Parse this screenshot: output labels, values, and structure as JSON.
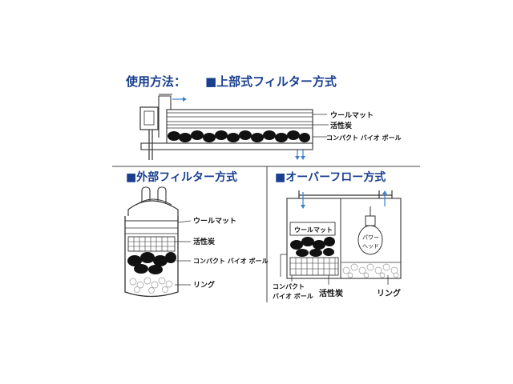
{
  "heading": {
    "prefix": "使用方法：",
    "title": "■上部式フィルター方式"
  },
  "sections": {
    "top": {
      "labels": [
        "ウールマット",
        "活性炭",
        "コンパクト バイオ ボール"
      ]
    },
    "external": {
      "title": "■外部フィルター方式",
      "labels": [
        "ウールマット",
        "活性炭",
        "コンパクト バイオ ボール",
        "リング"
      ]
    },
    "overflow": {
      "title": "■オーバーフロー方式",
      "wool_label": "ウールマット",
      "pump_label_1": "パワー",
      "pump_label_2": "ヘッド",
      "bio_label_1": "コンパクト",
      "bio_label_2": "バイオ ボール",
      "carbon_label": "活性炭",
      "ring_label": "リング"
    }
  },
  "colors": {
    "title_blue": "#1a3f8f",
    "arrow_blue": "#3a7fd0",
    "line": "#333333",
    "ball": "#111111"
  }
}
